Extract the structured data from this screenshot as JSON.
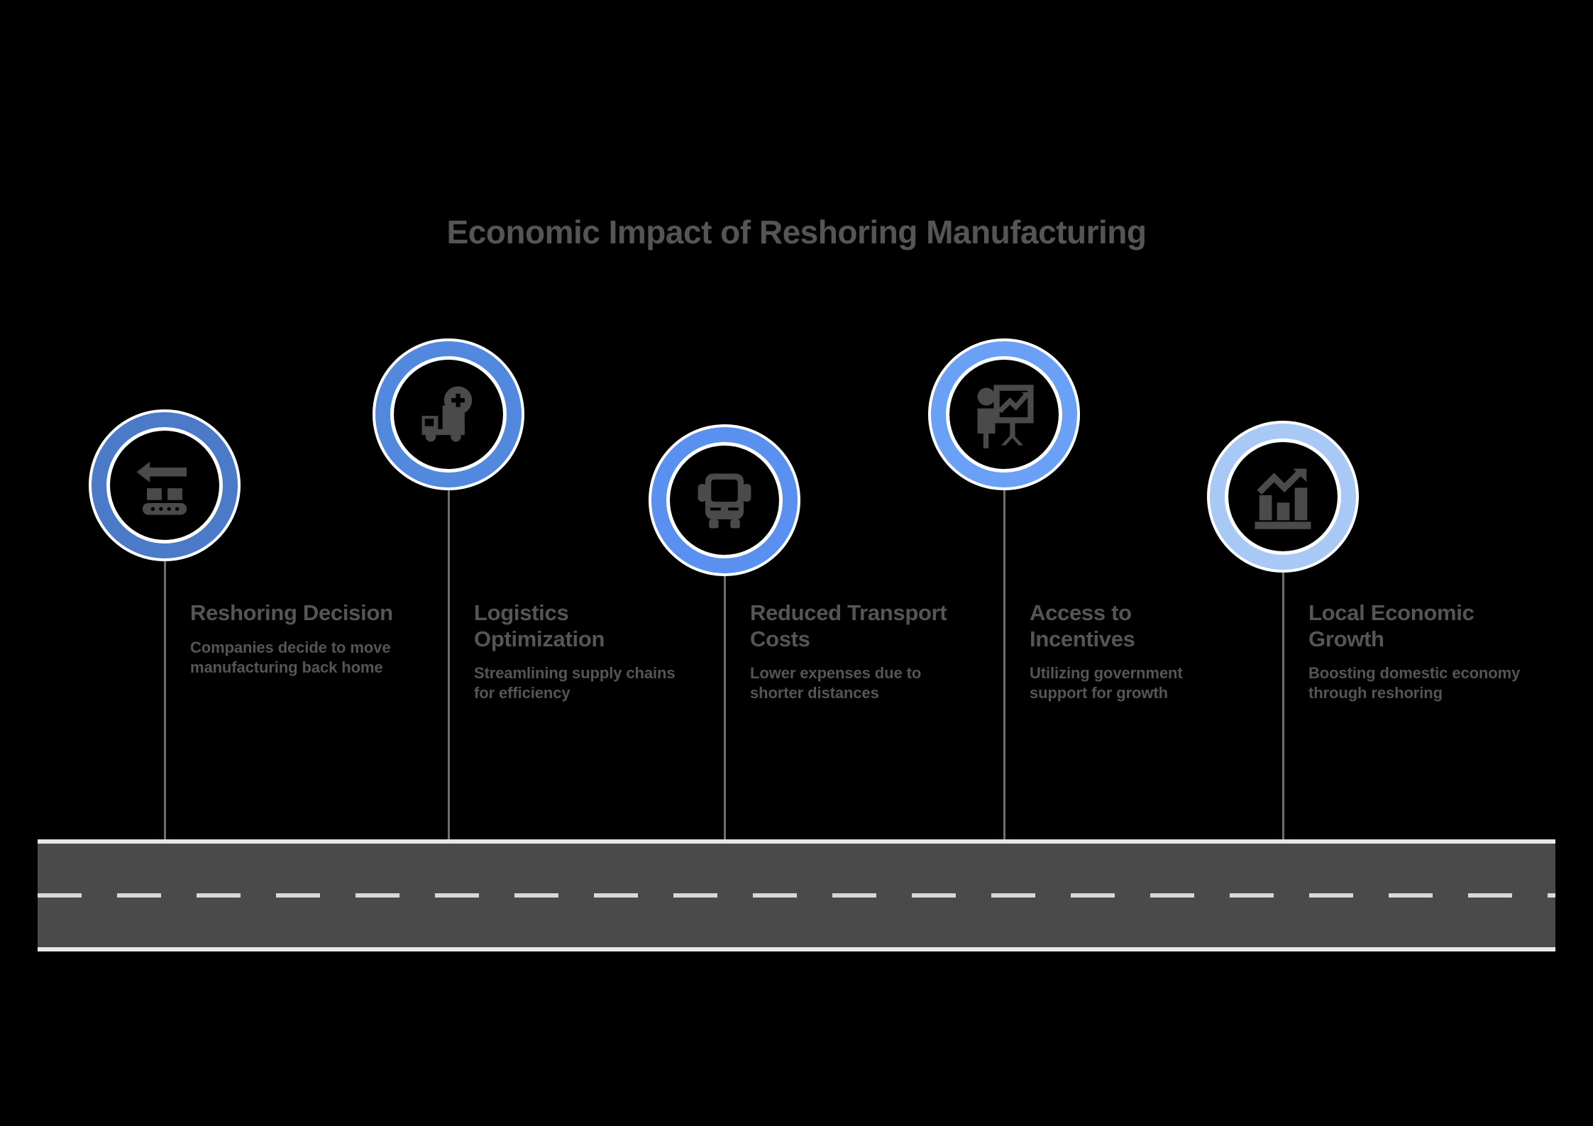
{
  "title": "Economic Impact of Reshoring Manufacturing",
  "theme": {
    "background": "#000000",
    "text_gray": "#555555",
    "icon_gray": "#4a4a4a",
    "road_surface": "#4a4a4a",
    "road_line": "#e8e8e8"
  },
  "road": {
    "centerline_style": "dashed",
    "edge_line_style": "solid"
  },
  "steps": [
    {
      "index": 1,
      "title": "Reshoring Decision",
      "description": "Companies decide to move manufacturing back home",
      "icon": "arrow-left-factory-icon",
      "ring_color": "#4a7ac8"
    },
    {
      "index": 2,
      "title": "Logistics Optimization",
      "description": "Streamlining supply chains for efficiency",
      "icon": "delivery-truck-plus-icon",
      "ring_color": "#5288dd"
    },
    {
      "index": 3,
      "title": "Reduced Transport Costs",
      "description": "Lower expenses due to shorter distances",
      "icon": "bus-front-icon",
      "ring_color": "#5a90ef"
    },
    {
      "index": 4,
      "title": "Access to Incentives",
      "description": "Utilizing government support for growth",
      "icon": "presenter-chart-board-icon",
      "ring_color": "#6ba0f7"
    },
    {
      "index": 5,
      "title": "Local Economic Growth",
      "description": "Boosting domestic economy through reshoring",
      "icon": "bar-chart-growth-icon",
      "ring_color": "#a8c8f5"
    }
  ]
}
